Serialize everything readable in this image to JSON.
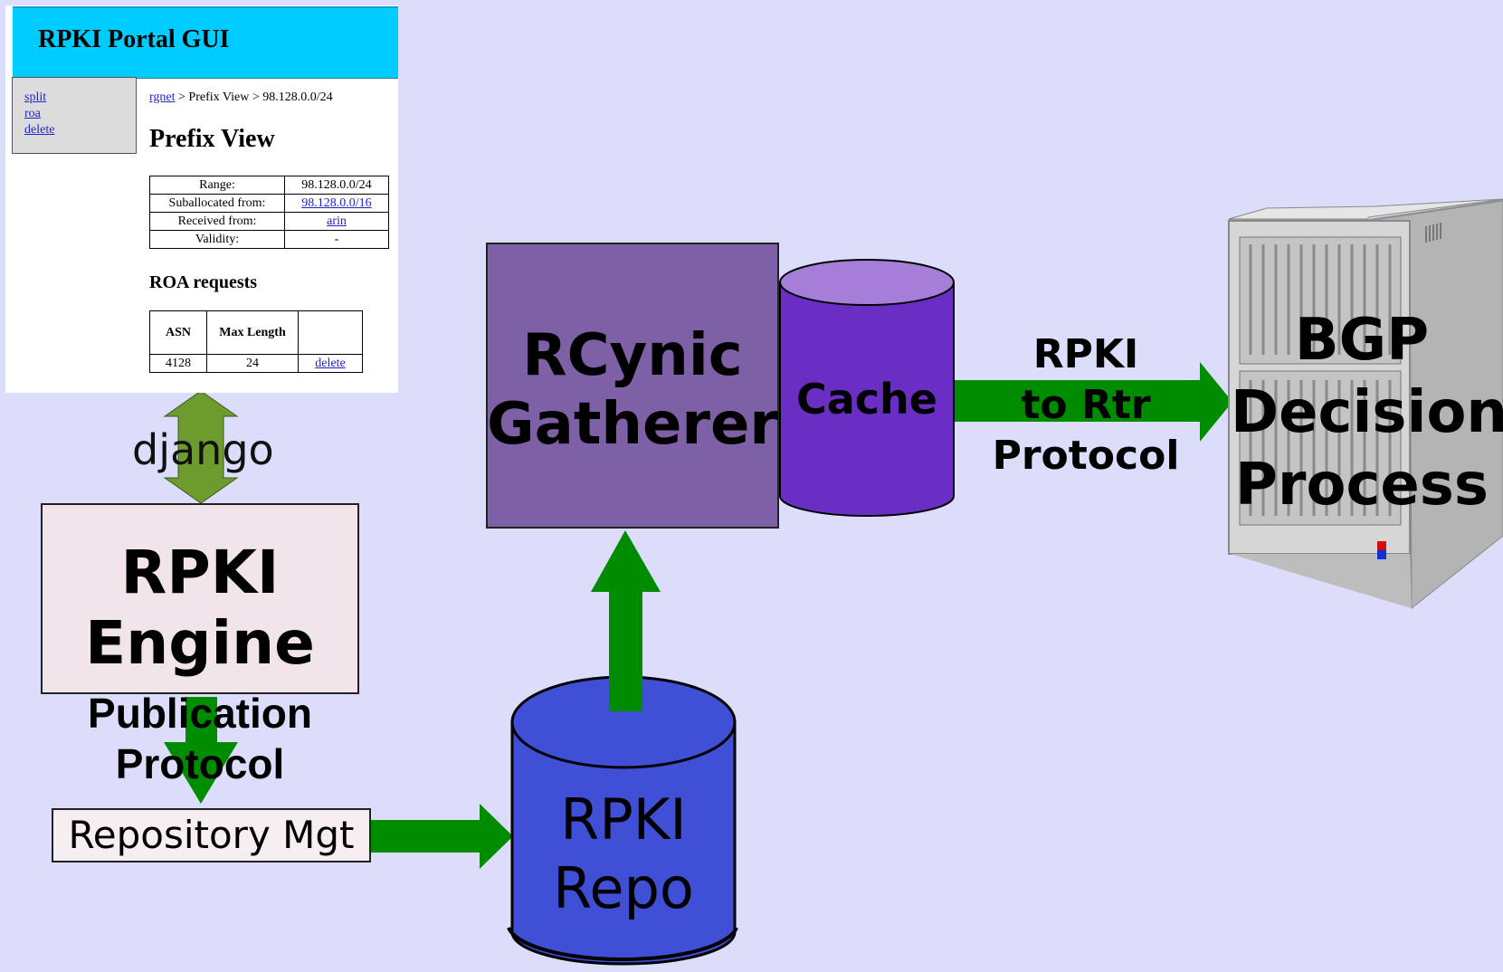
{
  "portal": {
    "title": "RPKI Portal GUI",
    "sidebar_links": [
      "split",
      "roa",
      "delete"
    ],
    "breadcrumb": {
      "root_link": "rgnet",
      "rest": " > Prefix View > 98.128.0.0/24"
    },
    "heading": "Prefix View",
    "info_table": [
      {
        "label": "Range:",
        "value": "98.128.0.0/24"
      },
      {
        "label": "Suballocated from:",
        "value": "98.128.0.0/16"
      },
      {
        "label": "Received from:",
        "value": "arin"
      },
      {
        "label": "Validity:",
        "value": "-"
      }
    ],
    "roa_heading": "ROA requests",
    "roa_table": {
      "headers": [
        "ASN",
        "Max Length",
        ""
      ],
      "rows": [
        {
          "asn": "4128",
          "max_length": "24",
          "action": "delete"
        }
      ]
    }
  },
  "diagram": {
    "django_label": "django",
    "engine_label": [
      "RPKI",
      "Engine"
    ],
    "publication_label": [
      "Publication",
      "Protocol"
    ],
    "repository_mgt_label": "Repository Mgt",
    "repo_label": [
      "RPKI",
      "Repo"
    ],
    "gatherer_label": [
      "RCynic",
      "Gatherer"
    ],
    "cache_label": "Cache",
    "rtr_label": [
      "RPKI",
      "to Rtr",
      "Protocol"
    ],
    "bgp_label": [
      "BGP",
      "Decision",
      "Process"
    ]
  },
  "colors": {
    "background": "#dcdcfb",
    "portal_header": "#00ccff",
    "link": "#2222cc",
    "arrow_green": "#008c00",
    "django_arrow": "#6e9b2e",
    "engine_fill": "#f1e4ea",
    "gatherer_fill": "#7e60a6",
    "cache_fill": "#6a2ec4",
    "cache_top": "#a47ed8",
    "repo_fill": "#3f4fd6",
    "server_gray": "#c8c8c8"
  }
}
